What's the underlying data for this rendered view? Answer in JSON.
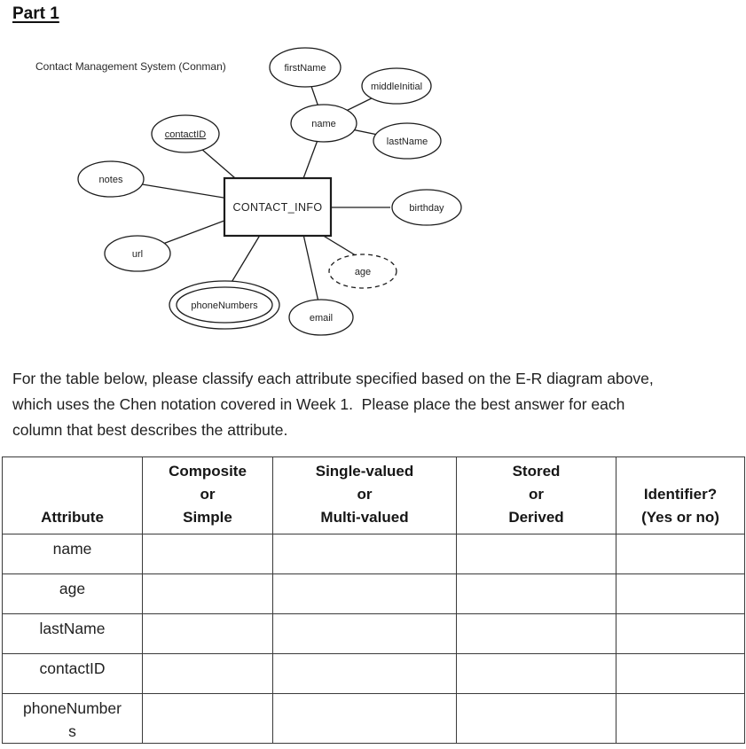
{
  "page_title": "Part 1",
  "diagram": {
    "caption": "Contact Management System (Conman)",
    "entity_label": "CONTACT_INFO",
    "nodes": {
      "firstName": "firstName",
      "middleInitial": "middleInitial",
      "name": "name",
      "lastName": "lastName",
      "contactID": "contactID",
      "notes": "notes",
      "url": "url",
      "birthday": "birthday",
      "age": "age",
      "phoneNumbers": "phoneNumbers",
      "email": "email"
    }
  },
  "instructions": "For the table below, please classify each attribute specified based on the E-R diagram above,\nwhich uses the Chen notation covered in Week 1.  Please place the best answer for each\ncolumn that best describes the attribute.",
  "table": {
    "headers": [
      "Attribute",
      "Composite\nor\nSimple",
      "Single-valued\nor\nMulti-valued",
      "Stored\nor\nDerived",
      "Identifier?\n(Yes or no)"
    ],
    "rows": [
      "name",
      "age",
      "lastName",
      "contactID",
      "phoneNumber\ns"
    ]
  }
}
